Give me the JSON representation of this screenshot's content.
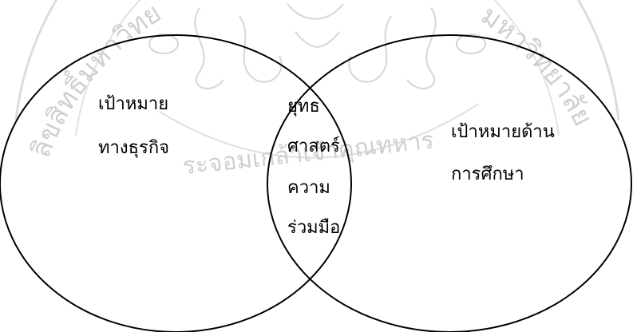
{
  "diagram": {
    "left_circle": {
      "lines": [
        "เป้าหมาย",
        "ทางธุรกิจ"
      ]
    },
    "right_circle": {
      "lines": [
        "เป้าหมายด้าน",
        "การศึกษา"
      ]
    },
    "intersection": {
      "lines": [
        "ยุทธ",
        "ศาสตร์",
        "ความ",
        "ร่วมมือ"
      ]
    }
  },
  "watermark": {
    "arc_text_left": "ลิขสิทธิ์มหาวิทยาลัยเชียงใหม่",
    "arc_text_bottom": "ระจอมเกล้าเจ้าคุณทหาร",
    "colors": {
      "seal": "#d4d4d4"
    }
  },
  "colors": {
    "circle_stroke": "#000000",
    "text": "#000000"
  }
}
